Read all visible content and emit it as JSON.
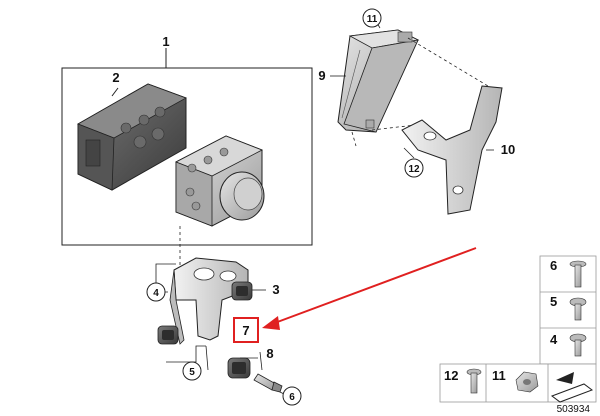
{
  "callouts": {
    "c1": "1",
    "c2": "2",
    "c3": "3",
    "c4": "4",
    "c5": "5",
    "c6": "6",
    "c7": "7",
    "c8": "8",
    "c9": "9",
    "c10": "10",
    "c11": "11",
    "c12": "12"
  },
  "legend": {
    "item6": "6",
    "item5": "5",
    "item4": "4",
    "item12": "12",
    "item11": "11"
  },
  "diagram_number": "503934",
  "colors": {
    "highlight": "#e02020",
    "line": "#222222",
    "part_fill": "#c9c9c9",
    "part_dark": "#4a4a4a"
  }
}
